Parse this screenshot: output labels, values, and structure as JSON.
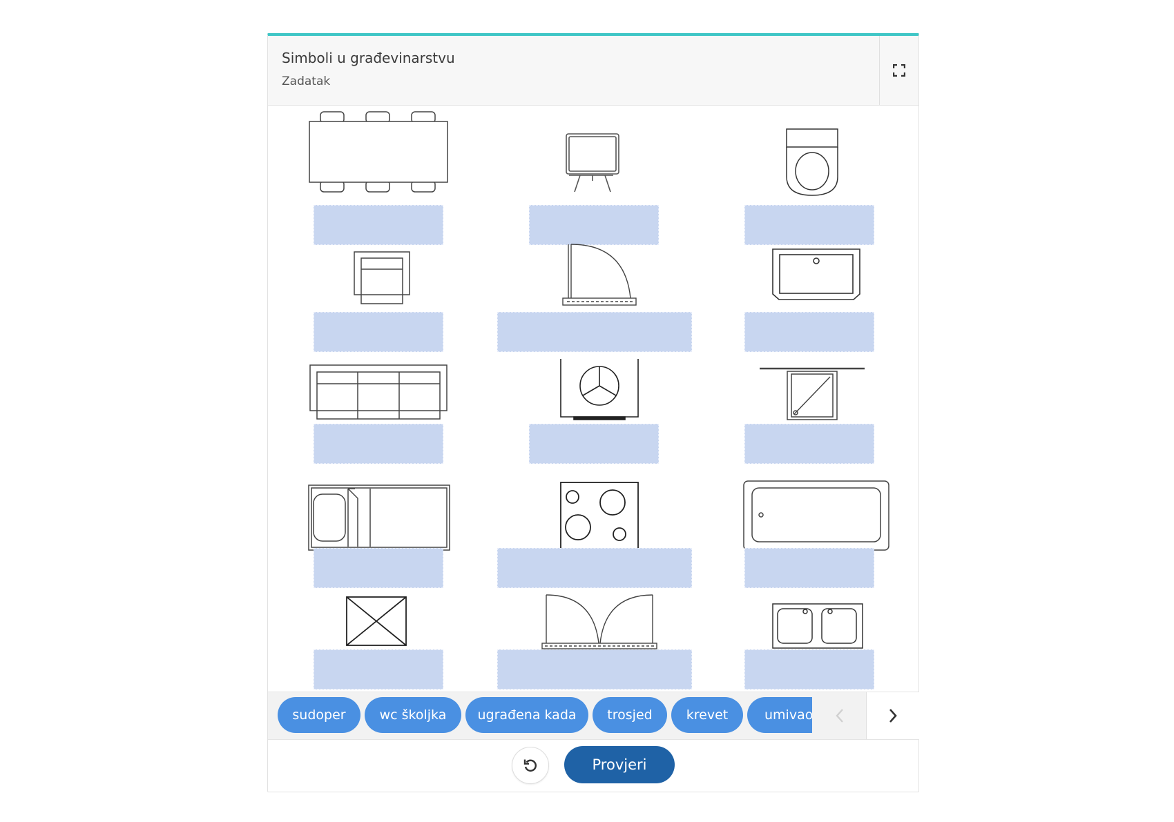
{
  "header": {
    "title": "Simboli u građevinarstvu",
    "subtitle": "Zadatak"
  },
  "icons": {
    "fullscreen": "fullscreen-icon",
    "prev": "chevron-left-icon",
    "next": "chevron-right-icon",
    "reset": "reset-icon"
  },
  "symbols": [
    "table-with-chairs-icon",
    "tv-stand-icon",
    "toilet-icon",
    "armchair-icon",
    "door-swing-icon",
    "washbasin-icon",
    "sofa-icon",
    "washing-machine-icon",
    "shower-icon",
    "kitchen-sink-icon",
    "stove-icon",
    "bathtub-icon",
    "chimney-icon",
    "double-door-icon",
    "double-sink-icon"
  ],
  "tray": {
    "chips": [
      "sudoper",
      "wc školjka",
      "ugrađena kada",
      "trosjed",
      "krevet",
      "umivaonik"
    ]
  },
  "actions": {
    "check_label": "Provjeri"
  },
  "colors": {
    "accent": "#3fc6c6",
    "chip": "#4a90e2",
    "slot": "#c8d6f0",
    "check": "#1f62a6"
  }
}
